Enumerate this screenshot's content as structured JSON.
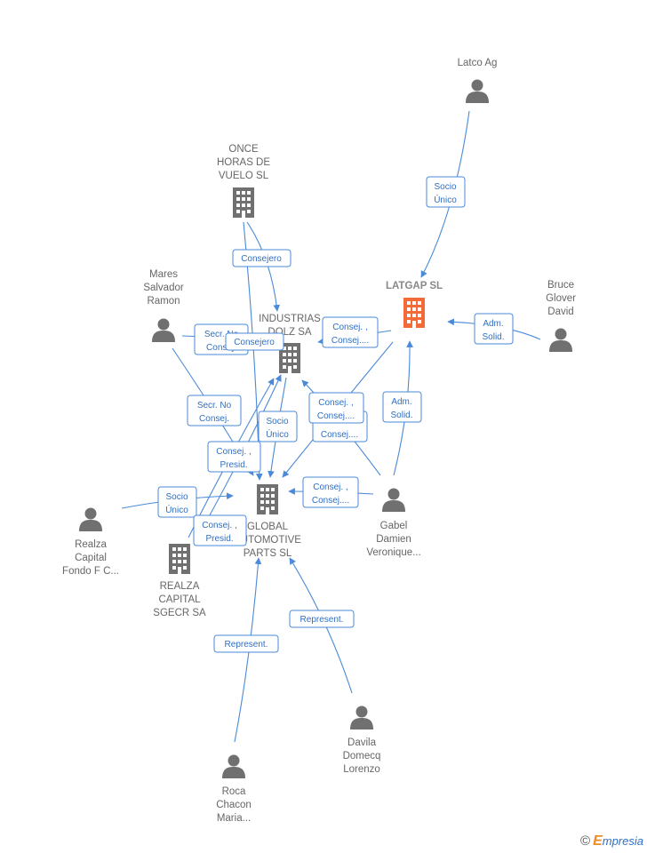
{
  "colors": {
    "edge": "#4a8ad8",
    "edge_label_text": "#2f6fc4",
    "node_icon": "#707070",
    "highlight_company": "#f26b38",
    "node_text": "#666666"
  },
  "nodes": {
    "latco": {
      "type": "person",
      "lines": [
        "Latco Ag"
      ]
    },
    "once_horas": {
      "type": "company",
      "lines": [
        "ONCE",
        "HORAS DE",
        "VUELO  SL"
      ]
    },
    "latgap": {
      "type": "company",
      "highlight": true,
      "lines": [
        "LATGAP  SL"
      ]
    },
    "mares": {
      "type": "person",
      "lines": [
        "Mares",
        "Salvador",
        "Ramon"
      ]
    },
    "industrias": {
      "type": "company",
      "lines": [
        "INDUSTRIAS",
        "DOLZ SA"
      ]
    },
    "bruce": {
      "type": "person",
      "lines": [
        "Bruce",
        "Glover",
        "David"
      ]
    },
    "global": {
      "type": "company",
      "lines": [
        "GLOBAL",
        "AUTOMOTIVE",
        "PARTS  SL"
      ]
    },
    "gabel": {
      "type": "person",
      "lines": [
        "Gabel",
        "Damien",
        "Veronique..."
      ]
    },
    "realza_fondo": {
      "type": "person",
      "lines": [
        "Realza",
        "Capital",
        "Fondo F C..."
      ]
    },
    "realza_sgecr": {
      "type": "company",
      "lines": [
        "REALZA",
        "CAPITAL",
        "SGECR SA"
      ]
    },
    "davila": {
      "type": "person",
      "lines": [
        "Davila",
        "Domecq",
        "Lorenzo"
      ]
    },
    "roca": {
      "type": "person",
      "lines": [
        "Roca",
        "Chacon",
        "Maria..."
      ]
    }
  },
  "edge_labels": {
    "socio_unico_latco": [
      "Socio",
      "Único"
    ],
    "adm_solid_bruce": [
      "Adm.",
      "Solid."
    ],
    "consejero_once": [
      "Consejero"
    ],
    "secr_no_mares": [
      "Secr.  No",
      "Consej."
    ],
    "consejero_ind": [
      "Consejero"
    ],
    "consej_latgap_ind": [
      "Consej. ,",
      "Consej...."
    ],
    "secr_no_mares2": [
      "Secr.  No",
      "Consej."
    ],
    "consej_mid1": [
      "Consej. ,",
      "Consej...."
    ],
    "consej_mid2": [
      "Consej...."
    ],
    "adm_solid_gabel": [
      "Adm.",
      "Solid."
    ],
    "socio_unico_ind": [
      "Socio",
      "Único"
    ],
    "consej_presid1": [
      "Consej. ,",
      "Presid."
    ],
    "socio_unico_realza": [
      "Socio",
      "Único"
    ],
    "consej_gabel_global": [
      "Consej. ,",
      "Consej...."
    ],
    "consej_presid2": [
      "Consej. ,",
      "Presid."
    ],
    "represent_davila": [
      "Represent."
    ],
    "represent_roca": [
      "Represent."
    ]
  },
  "footer": {
    "copyright": "©",
    "brand_initial": "E",
    "brand_rest": "mpresia"
  }
}
